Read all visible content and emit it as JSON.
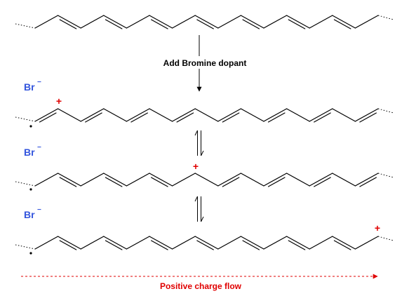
{
  "step_label": "Add Bromine dopant",
  "counter_ion": "Br",
  "counter_ion_charge": "−",
  "positive_charge": "+",
  "radical_dot": "·",
  "flow_label": "Positive charge flow",
  "colors": {
    "bond": "#000000",
    "bromide": "#3355dd",
    "cation": "#e00000",
    "flow": "#e00000"
  }
}
